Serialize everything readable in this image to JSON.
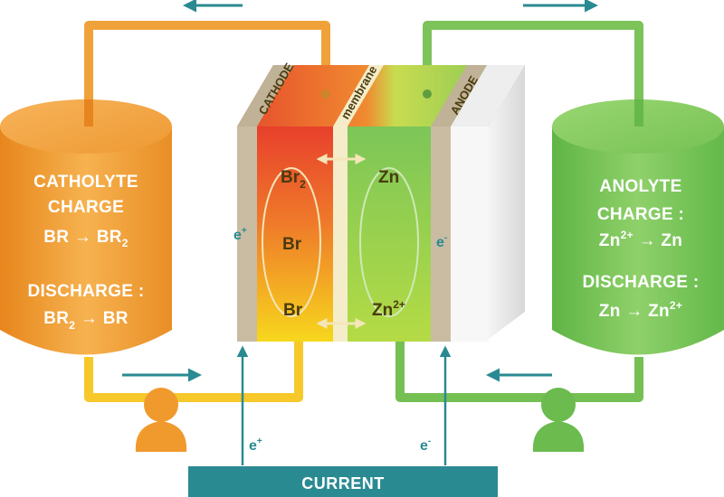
{
  "catholyte": {
    "title": "CATHOLYTE",
    "charge_label": "CHARGE",
    "charge_reaction_from": "BR",
    "charge_reaction_to": "BR",
    "charge_reaction_to_sub": "2",
    "discharge_label": "DISCHARGE :",
    "discharge_reaction_from": "BR",
    "discharge_reaction_from_sub": "2",
    "discharge_reaction_to": "BR",
    "color": "#f0a23a"
  },
  "anolyte": {
    "title": "ANOLYTE",
    "charge_label": "CHARGE :",
    "charge_reaction_from": "Zn",
    "charge_reaction_from_sup": "2+",
    "charge_reaction_to": "Zn",
    "discharge_label": "DISCHARGE :",
    "discharge_reaction_from": "Zn",
    "discharge_reaction_to": "Zn",
    "discharge_reaction_to_sup": "2+",
    "color": "#7cc35a"
  },
  "cell": {
    "cathode_label": "CATHODE",
    "membrane_label": "membrane",
    "anode_label": "ANODE",
    "cathode_species_top": "Br",
    "cathode_species_top_sub": "2",
    "cathode_species_middle": "Br",
    "cathode_species_bottom": "Br",
    "anode_species_top": "Zn",
    "anode_species_bottom": "Zn",
    "anode_species_bottom_sup": "2+"
  },
  "electrons": {
    "left_symbol": "e",
    "left_charge": "+",
    "right_symbol": "e",
    "right_charge": "-"
  },
  "current_label": "CURRENT",
  "colors": {
    "teal": "#2a8a92",
    "orange": "#f0a23a",
    "green": "#7cc35a",
    "red": "#e84a2e",
    "yellow": "#f5d41e"
  }
}
